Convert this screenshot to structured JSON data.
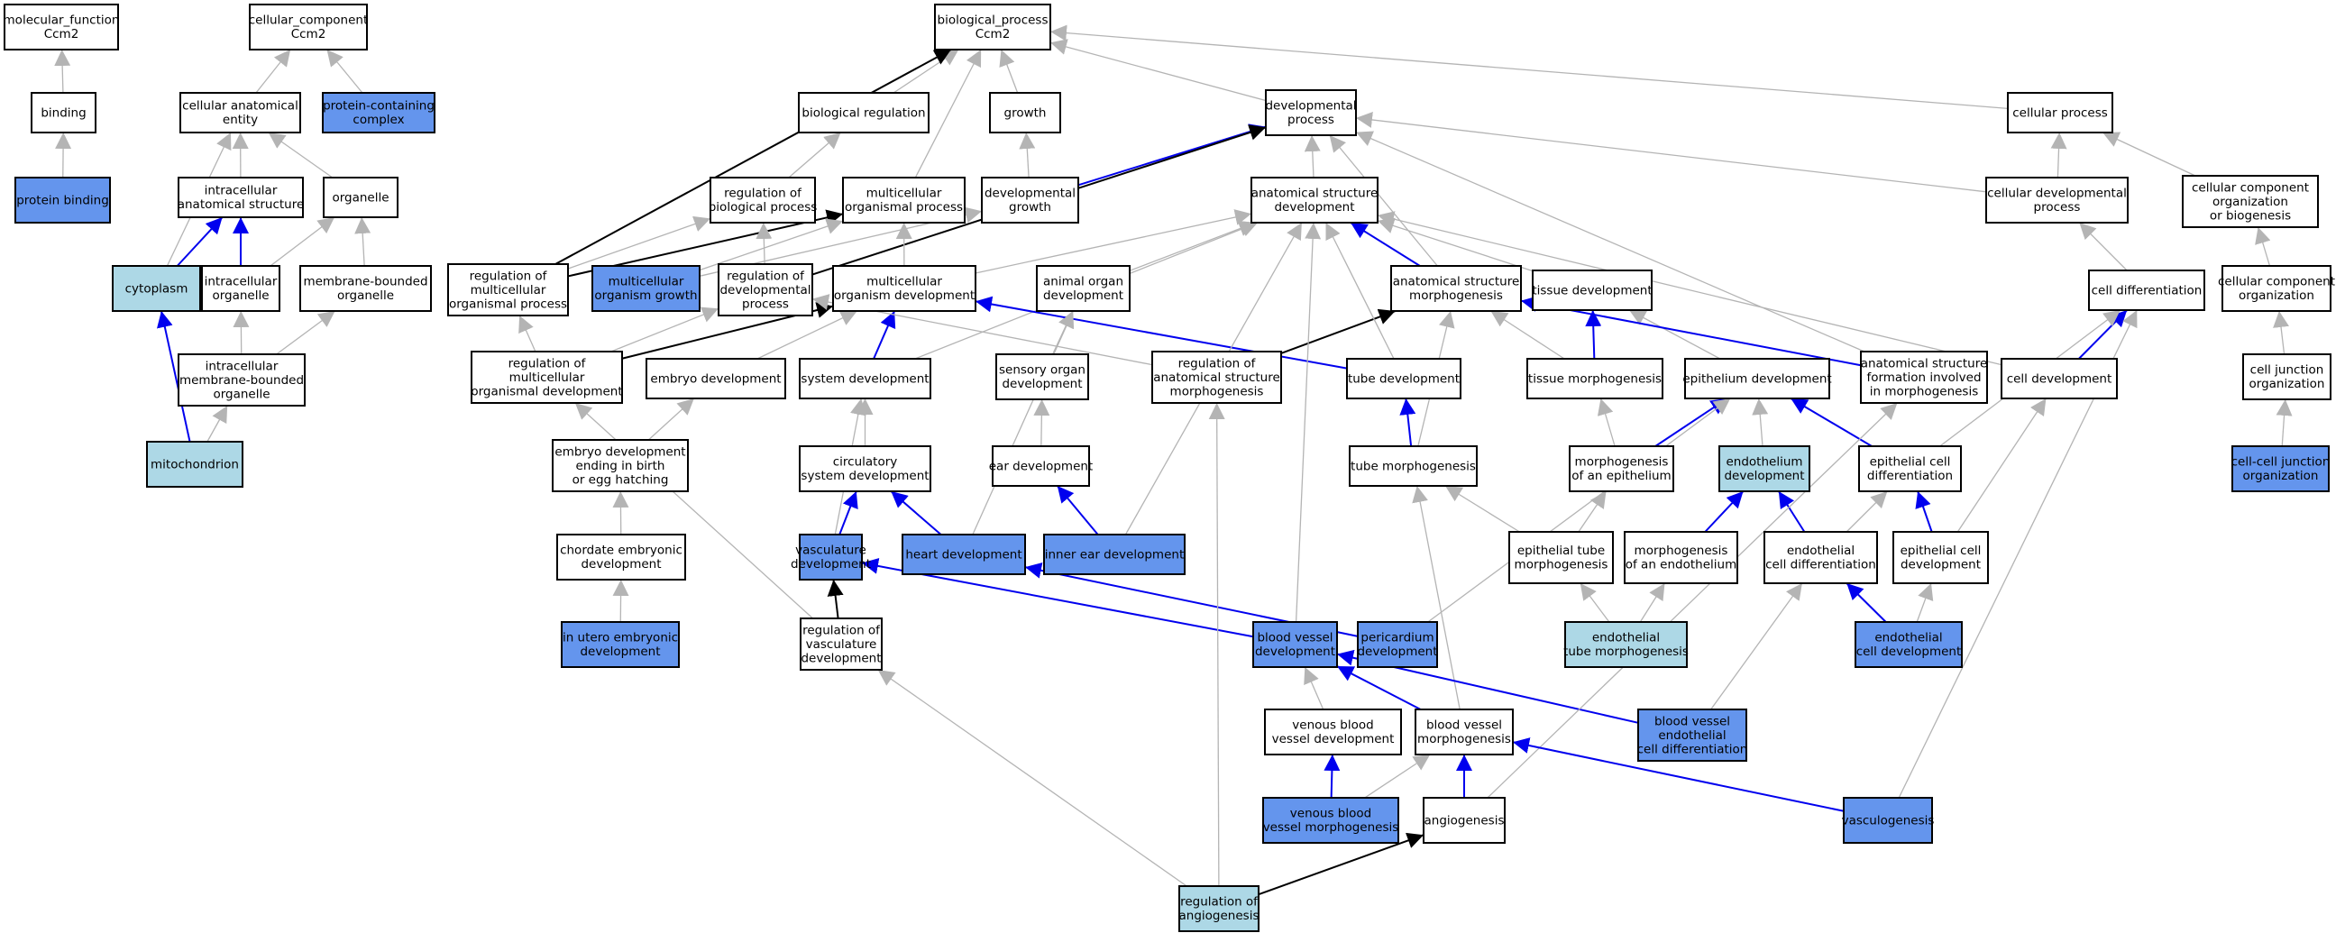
{
  "colors": {
    "white": "#ffffff",
    "blue": "#6495ed",
    "light": "#add8e6",
    "edge_gray": "#b4b4b4",
    "edge_blue": "#0000ee",
    "edge_black": "#000000"
  },
  "nodes": {
    "mf": {
      "lines": [
        "molecular_function",
        "Ccm2"
      ],
      "fill": "white"
    },
    "cc": {
      "lines": [
        "cellular_component",
        "Ccm2"
      ],
      "fill": "white"
    },
    "bp": {
      "lines": [
        "biological_process",
        "Ccm2"
      ],
      "fill": "white"
    },
    "binding": {
      "lines": [
        "binding"
      ],
      "fill": "white"
    },
    "pbind": {
      "lines": [
        "protein binding"
      ],
      "fill": "blue"
    },
    "cae": {
      "lines": [
        "cellular anatomical",
        "entity"
      ],
      "fill": "white"
    },
    "pcc": {
      "lines": [
        "protein-containing",
        "complex"
      ],
      "fill": "blue"
    },
    "ias": {
      "lines": [
        "intracellular",
        "anatomical structure"
      ],
      "fill": "white"
    },
    "organelle": {
      "lines": [
        "organelle"
      ],
      "fill": "white"
    },
    "cyto": {
      "lines": [
        "cytoplasm"
      ],
      "fill": "light"
    },
    "iorg": {
      "lines": [
        "intracellular",
        "organelle"
      ],
      "fill": "white"
    },
    "mbo": {
      "lines": [
        "membrane-bounded",
        "organelle"
      ],
      "fill": "white"
    },
    "imbo": {
      "lines": [
        "intracellular",
        "membrane-bounded",
        "organelle"
      ],
      "fill": "white"
    },
    "mito": {
      "lines": [
        "mitochondrion"
      ],
      "fill": "light"
    },
    "breg": {
      "lines": [
        "biological regulation"
      ],
      "fill": "white"
    },
    "growth": {
      "lines": [
        "growth"
      ],
      "fill": "white"
    },
    "devproc": {
      "lines": [
        "developmental",
        "process"
      ],
      "fill": "white"
    },
    "cellproc": {
      "lines": [
        "cellular process"
      ],
      "fill": "white"
    },
    "regbp": {
      "lines": [
        "regulation of",
        "biological process"
      ],
      "fill": "white"
    },
    "mop": {
      "lines": [
        "multicellular",
        "organismal process"
      ],
      "fill": "white"
    },
    "devgrowth": {
      "lines": [
        "developmental",
        "growth"
      ],
      "fill": "white"
    },
    "asd": {
      "lines": [
        "anatomical structure",
        "development"
      ],
      "fill": "white"
    },
    "cdp": {
      "lines": [
        "cellular developmental",
        "process"
      ],
      "fill": "white"
    },
    "ccob": {
      "lines": [
        "cellular component",
        "organization",
        "or biogenesis"
      ],
      "fill": "white"
    },
    "regmop": {
      "lines": [
        "regulation of",
        "multicellular",
        "organismal process"
      ],
      "fill": "white"
    },
    "mog": {
      "lines": [
        "multicellular",
        "organism growth"
      ],
      "fill": "blue"
    },
    "regdev": {
      "lines": [
        "regulation of",
        "developmental",
        "process"
      ],
      "fill": "white"
    },
    "mod": {
      "lines": [
        "multicellular",
        "organism development"
      ],
      "fill": "white"
    },
    "aod": {
      "lines": [
        "animal organ",
        "development"
      ],
      "fill": "white"
    },
    "asm": {
      "lines": [
        "anatomical structure",
        "morphogenesis"
      ],
      "fill": "white"
    },
    "tissdev": {
      "lines": [
        "tissue development"
      ],
      "fill": "white"
    },
    "celldiff": {
      "lines": [
        "cell differentiation"
      ],
      "fill": "white"
    },
    "cco": {
      "lines": [
        "cellular component",
        "organization"
      ],
      "fill": "white"
    },
    "regmod": {
      "lines": [
        "regulation of",
        "multicellular",
        "organismal development"
      ],
      "fill": "white"
    },
    "embdev": {
      "lines": [
        "embryo development"
      ],
      "fill": "white"
    },
    "sysdev": {
      "lines": [
        "system development"
      ],
      "fill": "white"
    },
    "sensdev": {
      "lines": [
        "sensory organ",
        "development"
      ],
      "fill": "white"
    },
    "regasm": {
      "lines": [
        "regulation of",
        "anatomical structure",
        "morphogenesis"
      ],
      "fill": "white"
    },
    "tubedev": {
      "lines": [
        "tube development"
      ],
      "fill": "white"
    },
    "tissmorph": {
      "lines": [
        "tissue morphogenesis"
      ],
      "fill": "white"
    },
    "epidev": {
      "lines": [
        "epithelium development"
      ],
      "fill": "white"
    },
    "asfim": {
      "lines": [
        "anatomical structure",
        "formation involved",
        "in morphogenesis"
      ],
      "fill": "white"
    },
    "celldev": {
      "lines": [
        "cell development"
      ],
      "fill": "white"
    },
    "cjo": {
      "lines": [
        "cell junction",
        "organization"
      ],
      "fill": "white"
    },
    "edbirth": {
      "lines": [
        "embryo development",
        "ending in birth",
        "or egg hatching"
      ],
      "fill": "white"
    },
    "circ": {
      "lines": [
        "circulatory",
        "system development"
      ],
      "fill": "white"
    },
    "eardev": {
      "lines": [
        "ear development"
      ],
      "fill": "white"
    },
    "tubemorph": {
      "lines": [
        "tube morphogenesis"
      ],
      "fill": "white"
    },
    "morphepi": {
      "lines": [
        "morphogenesis",
        "of an epithelium"
      ],
      "fill": "white"
    },
    "endodev": {
      "lines": [
        "endothelium",
        "development"
      ],
      "fill": "light"
    },
    "epicd": {
      "lines": [
        "epithelial cell",
        "differentiation"
      ],
      "fill": "white"
    },
    "ccjo": {
      "lines": [
        "cell-cell junction",
        "organization"
      ],
      "fill": "blue"
    },
    "chord": {
      "lines": [
        "chordate embryonic",
        "development"
      ],
      "fill": "white"
    },
    "vascdev": {
      "lines": [
        "vasculature",
        "development"
      ],
      "fill": "blue"
    },
    "heartdev": {
      "lines": [
        "heart development"
      ],
      "fill": "blue"
    },
    "innerear": {
      "lines": [
        "inner ear development"
      ],
      "fill": "blue"
    },
    "epitube": {
      "lines": [
        "epithelial tube",
        "morphogenesis"
      ],
      "fill": "white"
    },
    "morphendo": {
      "lines": [
        "morphogenesis",
        "of an endothelium"
      ],
      "fill": "white"
    },
    "endocd": {
      "lines": [
        "endothelial",
        "cell differentiation"
      ],
      "fill": "white"
    },
    "epicdev": {
      "lines": [
        "epithelial cell",
        "development"
      ],
      "fill": "white"
    },
    "utero": {
      "lines": [
        "in utero embryonic",
        "development"
      ],
      "fill": "blue"
    },
    "regvasc": {
      "lines": [
        "regulation of",
        "vasculature",
        "development"
      ],
      "fill": "white"
    },
    "bvdev": {
      "lines": [
        "blood vessel",
        "development"
      ],
      "fill": "blue"
    },
    "peri": {
      "lines": [
        "pericardium",
        "development"
      ],
      "fill": "blue"
    },
    "endotube": {
      "lines": [
        "endothelial",
        "tube morphogenesis"
      ],
      "fill": "light"
    },
    "endocdev": {
      "lines": [
        "endothelial",
        "cell development"
      ],
      "fill": "blue"
    },
    "vbvdev": {
      "lines": [
        "venous blood",
        "vessel development"
      ],
      "fill": "white"
    },
    "bvmorph": {
      "lines": [
        "blood vessel",
        "morphogenesis"
      ],
      "fill": "white"
    },
    "bvecd": {
      "lines": [
        "blood vessel",
        "endothelial",
        "cell differentiation"
      ],
      "fill": "blue"
    },
    "vbvmorph": {
      "lines": [
        "venous blood",
        "vessel morphogenesis"
      ],
      "fill": "blue"
    },
    "angio": {
      "lines": [
        "angiogenesis"
      ],
      "fill": "white"
    },
    "vasculo": {
      "lines": [
        "vasculogenesis"
      ],
      "fill": "blue"
    },
    "regangio": {
      "lines": [
        "regulation of",
        "angiogenesis"
      ],
      "fill": "light"
    }
  },
  "edges": [
    [
      "binding",
      "mf",
      "gray"
    ],
    [
      "pbind",
      "binding",
      "gray"
    ],
    [
      "cae",
      "cc",
      "gray"
    ],
    [
      "pcc",
      "cc",
      "gray"
    ],
    [
      "ias",
      "cae",
      "gray"
    ],
    [
      "organelle",
      "cae",
      "gray"
    ],
    [
      "cyto",
      "cae",
      "gray"
    ],
    [
      "cyto",
      "ias",
      "blue"
    ],
    [
      "iorg",
      "ias",
      "blue"
    ],
    [
      "iorg",
      "organelle",
      "gray"
    ],
    [
      "mbo",
      "organelle",
      "gray"
    ],
    [
      "imbo",
      "iorg",
      "gray"
    ],
    [
      "imbo",
      "mbo",
      "gray"
    ],
    [
      "mito",
      "imbo",
      "gray"
    ],
    [
      "mito",
      "cyto",
      "blue"
    ],
    [
      "breg",
      "bp",
      "gray"
    ],
    [
      "growth",
      "bp",
      "gray"
    ],
    [
      "devproc",
      "bp",
      "gray"
    ],
    [
      "cellproc",
      "bp",
      "gray"
    ],
    [
      "mop",
      "bp",
      "gray"
    ],
    [
      "regmop",
      "bp",
      "black"
    ],
    [
      "regbp",
      "breg",
      "gray"
    ],
    [
      "devgrowth",
      "growth",
      "gray"
    ],
    [
      "devgrowth",
      "devproc",
      "blue"
    ],
    [
      "asd",
      "devproc",
      "gray"
    ],
    [
      "cdp",
      "devproc",
      "gray"
    ],
    [
      "cdp",
      "cellproc",
      "gray"
    ],
    [
      "ccob",
      "cellproc",
      "gray"
    ],
    [
      "regmop",
      "regbp",
      "gray"
    ],
    [
      "regmop",
      "mop",
      "black"
    ],
    [
      "mog",
      "mop",
      "gray"
    ],
    [
      "mog",
      "devgrowth",
      "gray"
    ],
    [
      "regdev",
      "regbp",
      "gray"
    ],
    [
      "regdev",
      "devproc",
      "black"
    ],
    [
      "mod",
      "mop",
      "gray"
    ],
    [
      "mod",
      "asd",
      "gray"
    ],
    [
      "aod",
      "asd",
      "gray"
    ],
    [
      "asm",
      "asd",
      "blue"
    ],
    [
      "asm",
      "devproc",
      "gray"
    ],
    [
      "tissdev",
      "asd",
      "gray"
    ],
    [
      "celldiff",
      "cdp",
      "gray"
    ],
    [
      "cco",
      "ccob",
      "gray"
    ],
    [
      "regmod",
      "regmop",
      "gray"
    ],
    [
      "regmod",
      "mod",
      "black"
    ],
    [
      "regmod",
      "regdev",
      "gray"
    ],
    [
      "embdev",
      "mod",
      "gray"
    ],
    [
      "sysdev",
      "mod",
      "blue"
    ],
    [
      "sysdev",
      "asd",
      "gray"
    ],
    [
      "sensdev",
      "aod",
      "gray"
    ],
    [
      "regasm",
      "asm",
      "black"
    ],
    [
      "regasm",
      "regdev",
      "gray"
    ],
    [
      "tubedev",
      "asd",
      "gray"
    ],
    [
      "tubedev",
      "mod",
      "blue"
    ],
    [
      "tissmorph",
      "tissdev",
      "blue"
    ],
    [
      "tissmorph",
      "asm",
      "gray"
    ],
    [
      "epidev",
      "tissdev",
      "gray"
    ],
    [
      "asfim",
      "asm",
      "blue"
    ],
    [
      "asfim",
      "devproc",
      "gray"
    ],
    [
      "celldev",
      "celldiff",
      "blue"
    ],
    [
      "celldev",
      "asd",
      "gray"
    ],
    [
      "cjo",
      "cco",
      "gray"
    ],
    [
      "edbirth",
      "embdev",
      "gray"
    ],
    [
      "circ",
      "sysdev",
      "gray"
    ],
    [
      "eardev",
      "sensdev",
      "gray"
    ],
    [
      "tubemorph",
      "tubedev",
      "blue"
    ],
    [
      "tubemorph",
      "asm",
      "gray"
    ],
    [
      "morphepi",
      "tissmorph",
      "gray"
    ],
    [
      "morphepi",
      "epidev",
      "blue"
    ],
    [
      "endodev",
      "epidev",
      "gray"
    ],
    [
      "epicd",
      "epidev",
      "blue"
    ],
    [
      "epicd",
      "celldiff",
      "gray"
    ],
    [
      "ccjo",
      "cjo",
      "gray"
    ],
    [
      "chord",
      "edbirth",
      "gray"
    ],
    [
      "vascdev",
      "circ",
      "blue"
    ],
    [
      "vascdev",
      "sysdev",
      "gray"
    ],
    [
      "heartdev",
      "circ",
      "blue"
    ],
    [
      "heartdev",
      "aod",
      "gray"
    ],
    [
      "innerear",
      "eardev",
      "blue"
    ],
    [
      "innerear",
      "asd",
      "gray"
    ],
    [
      "epitube",
      "morphepi",
      "gray"
    ],
    [
      "epitube",
      "tubemorph",
      "gray"
    ],
    [
      "morphendo",
      "endodev",
      "blue"
    ],
    [
      "endocd",
      "endodev",
      "blue"
    ],
    [
      "endocd",
      "epicd",
      "gray"
    ],
    [
      "epicdev",
      "epicd",
      "blue"
    ],
    [
      "epicdev",
      "celldev",
      "gray"
    ],
    [
      "utero",
      "chord",
      "gray"
    ],
    [
      "regvasc",
      "vascdev",
      "black"
    ],
    [
      "regvasc",
      "regmod",
      "gray"
    ],
    [
      "bvdev",
      "vascdev",
      "blue"
    ],
    [
      "bvdev",
      "asd",
      "gray"
    ],
    [
      "peri",
      "heartdev",
      "blue"
    ],
    [
      "peri",
      "epidev",
      "gray"
    ],
    [
      "endotube",
      "epitube",
      "gray"
    ],
    [
      "endotube",
      "morphendo",
      "gray"
    ],
    [
      "endocdev",
      "endocd",
      "blue"
    ],
    [
      "endocdev",
      "epicdev",
      "gray"
    ],
    [
      "vbvdev",
      "bvdev",
      "gray"
    ],
    [
      "bvmorph",
      "bvdev",
      "blue"
    ],
    [
      "bvmorph",
      "tubemorph",
      "gray"
    ],
    [
      "bvecd",
      "bvdev",
      "blue"
    ],
    [
      "bvecd",
      "endocd",
      "gray"
    ],
    [
      "vbvmorph",
      "vbvdev",
      "blue"
    ],
    [
      "vbvmorph",
      "bvmorph",
      "gray"
    ],
    [
      "angio",
      "bvmorph",
      "blue"
    ],
    [
      "angio",
      "asfim",
      "gray"
    ],
    [
      "vasculo",
      "bvmorph",
      "blue"
    ],
    [
      "vasculo",
      "celldiff",
      "gray"
    ],
    [
      "regangio",
      "angio",
      "black"
    ],
    [
      "regangio",
      "regvasc",
      "gray"
    ],
    [
      "regangio",
      "regasm",
      "gray"
    ]
  ]
}
